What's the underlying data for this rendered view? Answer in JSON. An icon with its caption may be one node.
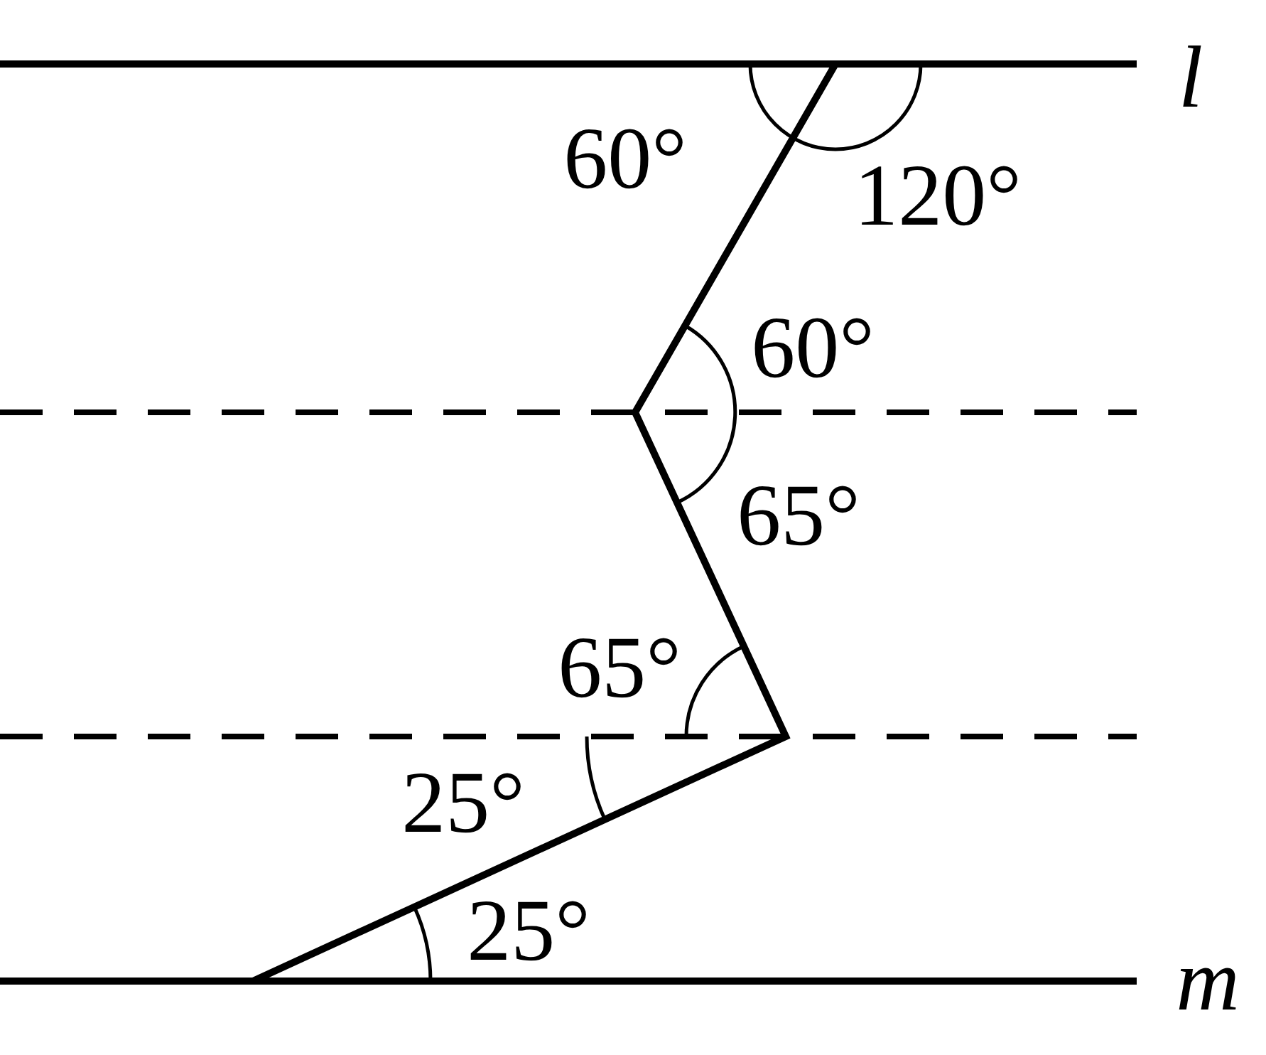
{
  "diagram": {
    "labels": [
      "l",
      "60°",
      "120°",
      "60°",
      "65°",
      "65°",
      "25°",
      "25°",
      "m"
    ]
  }
}
